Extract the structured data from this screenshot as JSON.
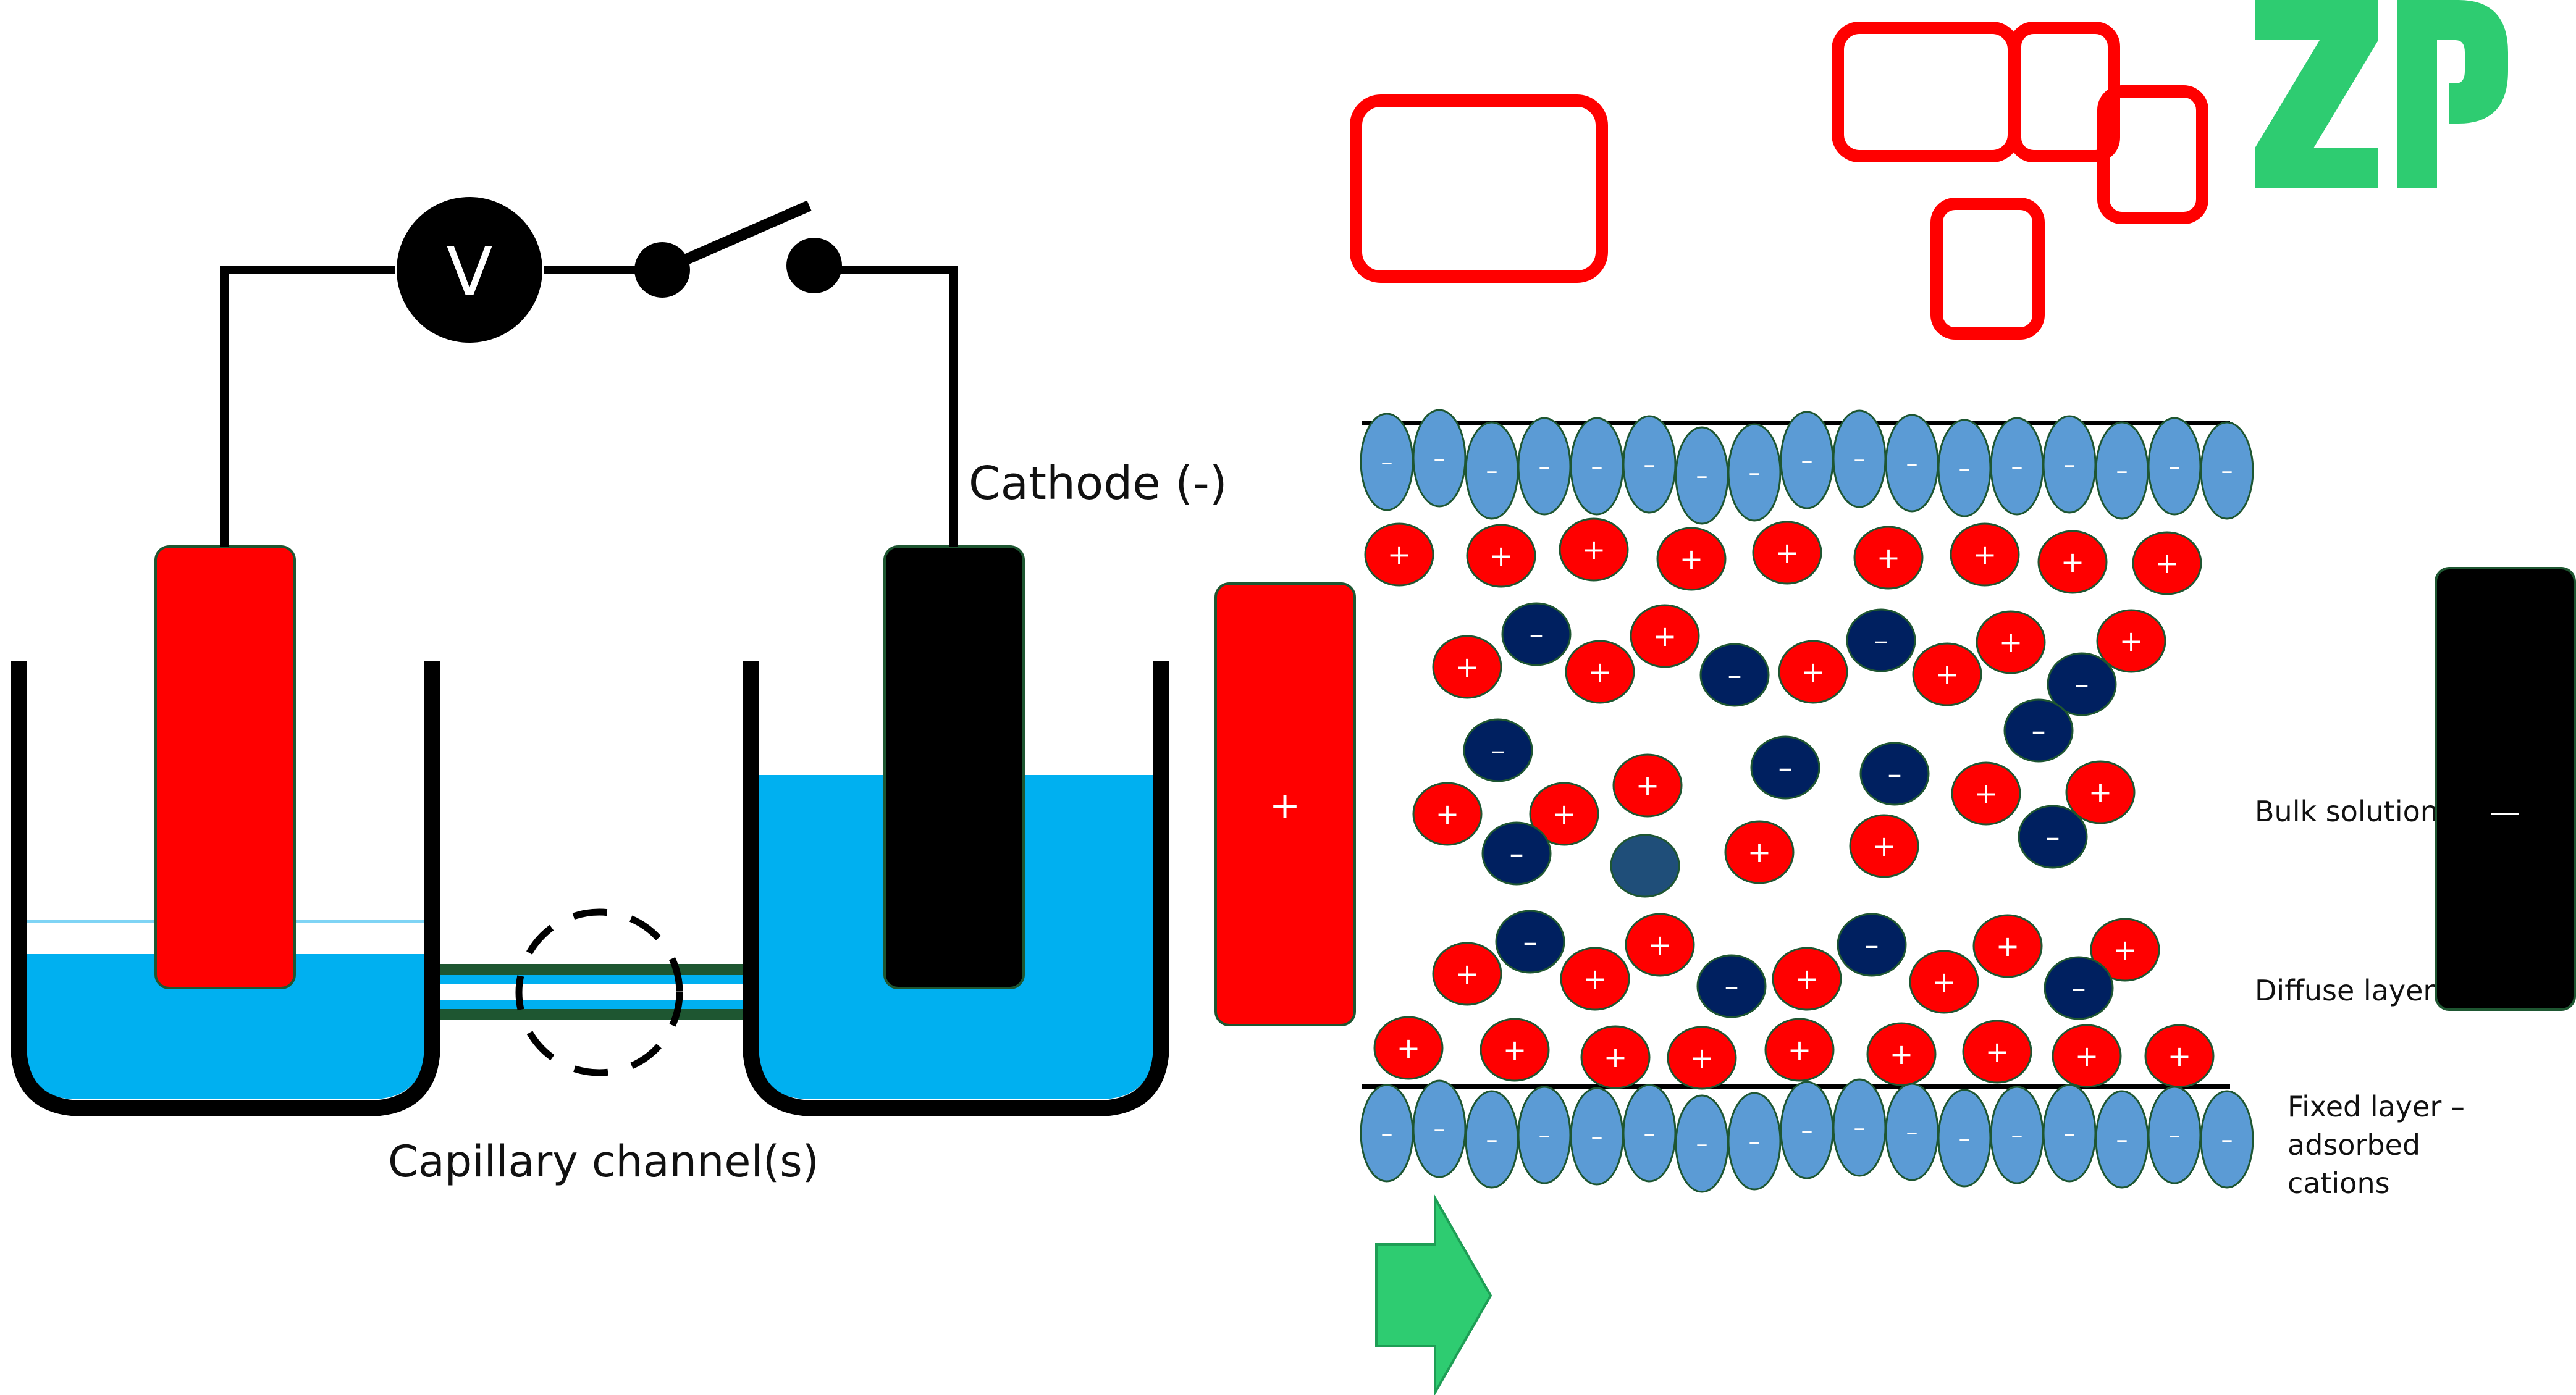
{
  "labels": {
    "voltmeter": "V",
    "cathode": "Cathode (-)",
    "capillary": "Capillary channel(s)",
    "bulk_solution": "Bulk solution",
    "diffuse_layer": "Diffuse layer",
    "fixed_layer_line1": "Fixed layer –",
    "fixed_layer_line2": "adsorbed",
    "fixed_layer_line3": "cations",
    "plus_sign": "+",
    "minus_sign": "–",
    "anode_plate_sign": "+",
    "cathode_plate_sign": "—"
  },
  "logo_icon": "zp-logo-icon",
  "colors": {
    "anode": "#ff0000",
    "cathode": "#000000",
    "water": "#00b0f0",
    "wall_anion": "#5b9bd5",
    "cation": "#ff0000",
    "anion": "#002060",
    "neutral": "#1f4e79",
    "channel": "#1e5631",
    "logo": "#2ecc71",
    "arrow": "#2ecc71",
    "box": "#ff0000"
  }
}
